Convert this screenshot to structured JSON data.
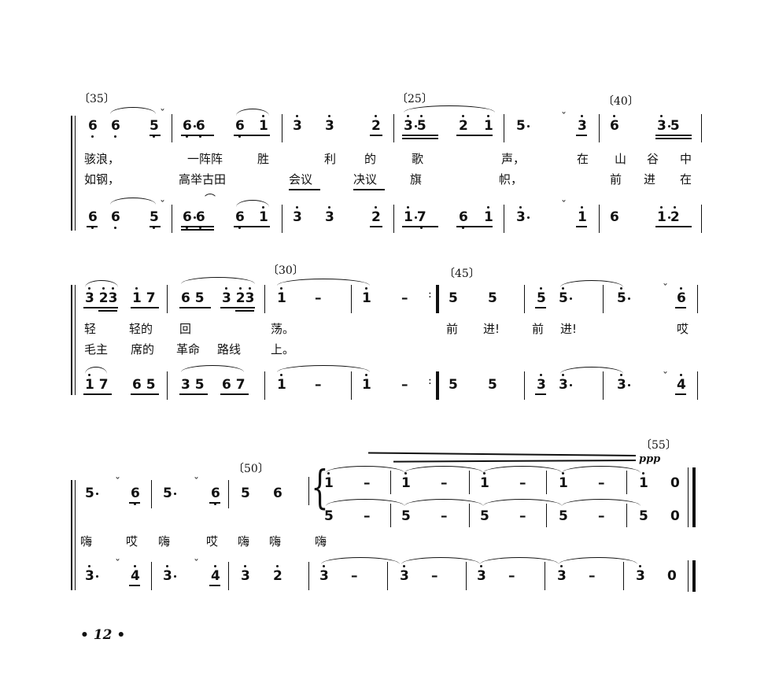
{
  "rehearsal_marks": [
    "〔35〕",
    "〔25〕",
    "〔40〕",
    "〔30〕",
    "〔45〕",
    "〔50〕",
    "〔55〕"
  ],
  "dynamics": [
    "ppp"
  ],
  "page_number": "• 12 •",
  "systems": [
    {
      "id": "s1",
      "lyrics_verse1": [
        "骇浪，",
        "一阵阵",
        "胜",
        "利",
        "的",
        "歌",
        "声，",
        "在",
        "山",
        "谷",
        "中"
      ],
      "lyrics_verse2": [
        "如钢，",
        "高举古田",
        "会议",
        "决议",
        "旗",
        "帜，",
        "前",
        "进",
        "在"
      ],
      "upper_notes": [
        "6",
        "6",
        "5",
        "6. 6",
        "6",
        "1",
        "3",
        "3",
        "2",
        "3. 5",
        "2",
        "1",
        "5.",
        "3",
        "6",
        "3. 5"
      ],
      "lower_notes": [
        "6",
        "6",
        "5",
        "6. 6",
        "6",
        "1",
        "3",
        "3",
        "2",
        "1. 7",
        "6",
        "1",
        "3.",
        "1",
        "6",
        "1. 2"
      ]
    },
    {
      "id": "s2",
      "lyrics_verse1": [
        "轻",
        "轻的",
        "回",
        "荡。",
        "前",
        "进!",
        "前",
        "进!",
        "哎"
      ],
      "lyrics_verse2": [
        "毛主",
        "席的",
        "革命",
        "路线",
        "上。"
      ],
      "upper_notes": [
        "3 23",
        "1 7",
        "6 5",
        "3 23",
        "1",
        "-",
        "1",
        "-",
        "5",
        "5",
        "5",
        "5.",
        "5.",
        "6"
      ],
      "lower_notes": [
        "1 7",
        "6 5",
        "3 5",
        "6 7",
        "1",
        "-",
        "1",
        "-",
        "5",
        "5",
        "3",
        "3.",
        "3.",
        "4"
      ]
    },
    {
      "id": "s3",
      "lyrics_verse1": [
        "嗨",
        "哎",
        "嗨",
        "哎",
        "嗨",
        "嗨",
        "嗨"
      ],
      "upper_notes": [
        "5.",
        "6",
        "5.",
        "6",
        "5",
        "6"
      ],
      "divisi_top": [
        "1",
        "-",
        "1",
        "-",
        "1",
        "-",
        "1",
        "-",
        "1",
        "0"
      ],
      "divisi_bottom": [
        "5",
        "-",
        "5",
        "-",
        "5",
        "-",
        "5",
        "-",
        "5",
        "0"
      ],
      "lower_notes": [
        "3.",
        "4",
        "3.",
        "4",
        "3",
        "2",
        "3",
        "-",
        "3",
        "-",
        "3",
        "-",
        "3",
        "-",
        "3",
        "0"
      ]
    }
  ]
}
